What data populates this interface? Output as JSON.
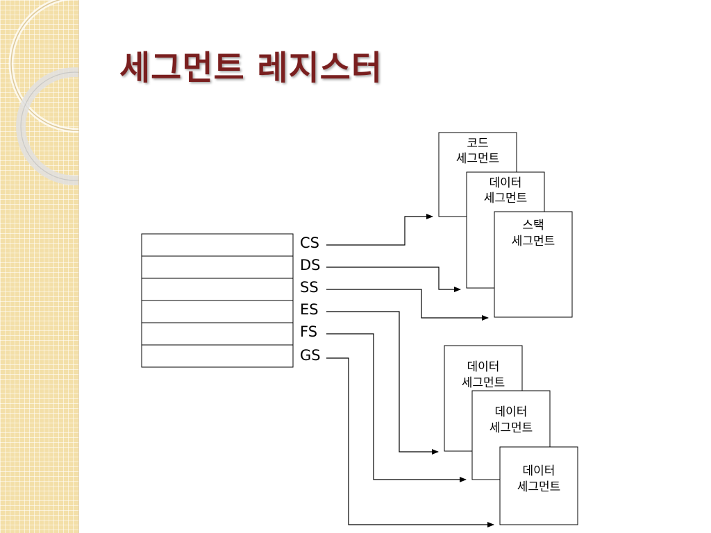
{
  "slide": {
    "title": "세그먼트 레지스터",
    "decor": {
      "background": "#f3dfa8",
      "title_color": "#7a1f1f"
    }
  },
  "registers": [
    "CS",
    "DS",
    "SS",
    "ES",
    "FS",
    "GS"
  ],
  "segments": [
    {
      "line1": "코드",
      "line2": "세그먼트"
    },
    {
      "line1": "데이터",
      "line2": "세그먼트"
    },
    {
      "line1": "스택",
      "line2": "세그먼트"
    },
    {
      "line1": "데이터",
      "line2": "세그먼트"
    },
    {
      "line1": "데이터",
      "line2": "세그먼트"
    },
    {
      "line1": "데이터",
      "line2": "세그먼트"
    }
  ]
}
